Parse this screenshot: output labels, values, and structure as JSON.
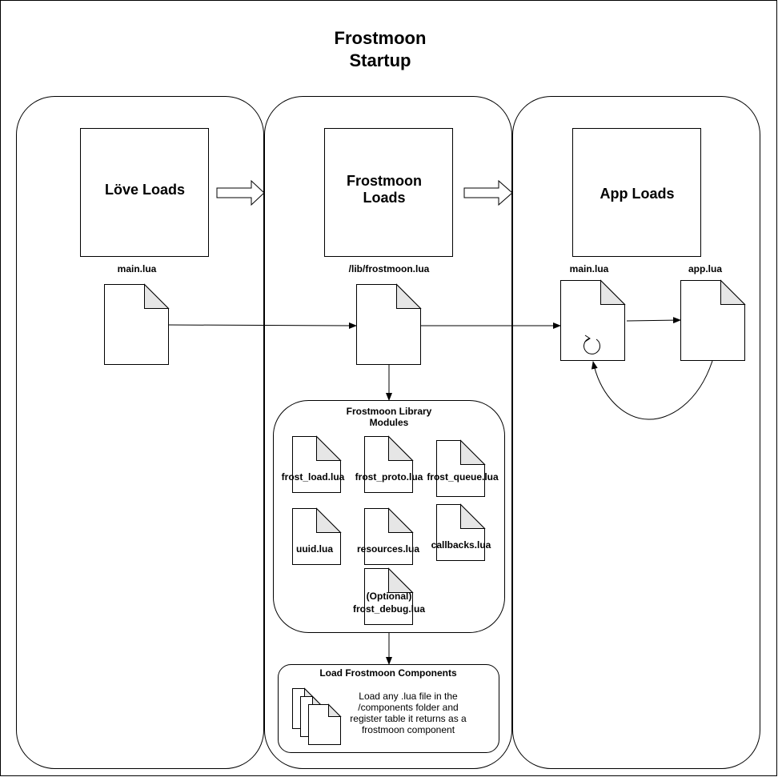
{
  "title": {
    "line1": "Frostmoon",
    "line2": "Startup"
  },
  "stages": {
    "love": {
      "label": "Löve Loads",
      "file": "main.lua"
    },
    "frostmoon": {
      "label_line1": "Frostmoon",
      "label_line2": "Loads",
      "file": "/lib/frostmoon.lua"
    },
    "app": {
      "label": "App Loads",
      "main_file": "main.lua",
      "app_file": "app.lua"
    }
  },
  "modules": {
    "title_line1": "Frostmoon Library",
    "title_line2": "Modules",
    "files": {
      "frost_load": "frost_load.lua",
      "frost_proto": "frost_proto.lua",
      "frost_queue": "frost_queue.lua",
      "uuid": "uuid.lua",
      "resources": "resources.lua",
      "callbacks": "callbacks.lua",
      "frost_debug_line1": "(Optional)",
      "frost_debug_line2": "frost_debug.lua"
    }
  },
  "components": {
    "title": "Load Frostmoon Components",
    "desc_line1": "Load any .lua file in the",
    "desc_line2": "/components folder and",
    "desc_line3": "register table it returns as a",
    "desc_line4": "frostmoon component"
  }
}
